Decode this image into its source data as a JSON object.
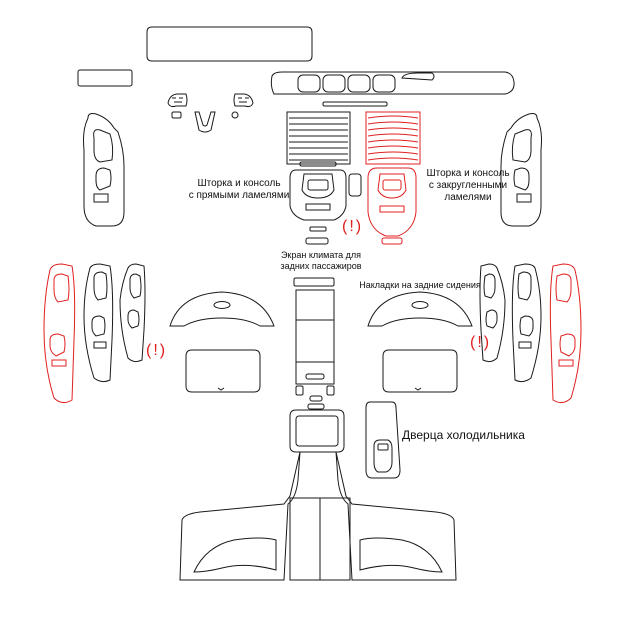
{
  "colors": {
    "outline": "#1a1a1a",
    "highlight": "#e02020",
    "background": "#ffffff"
  },
  "labels": {
    "straight_louvers": "Шторка и консоль\nс прямыми ламелями",
    "rounded_louvers": "Шторка и консоль\nс закругленными\nламелями",
    "rear_climate_screen": "Экран климата для\nзадних пассажиров",
    "rear_seat_covers": "Накладки на задние сидения",
    "fridge_door": "Дверца холодильника"
  },
  "warnings": {
    "center": "(!)",
    "left": "(!)",
    "right": "(!)"
  }
}
